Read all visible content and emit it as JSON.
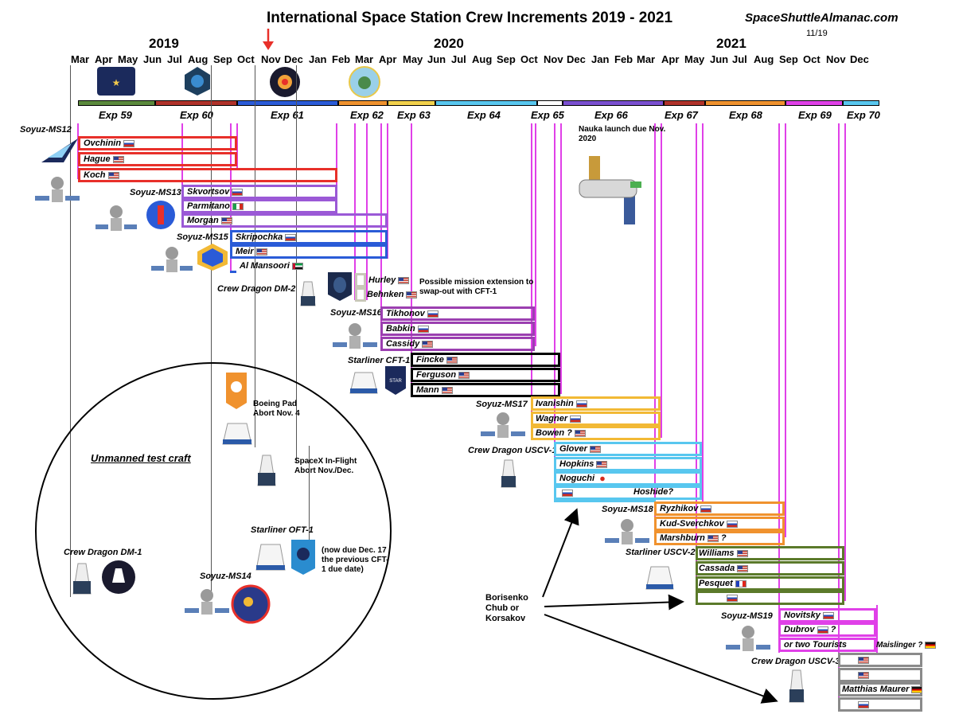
{
  "title": "International Space Station Crew Increments 2019 - 2021",
  "site": "SpaceShuttleAlmanac.com",
  "date": "11/19",
  "years": [
    "2019",
    "2020",
    "2021"
  ],
  "months": [
    "Mar",
    "Apr",
    "May",
    "Jun",
    "Jul",
    "Aug",
    "Sep",
    "Oct",
    "Nov",
    "Dec",
    "Jan",
    "Feb",
    "Mar",
    "Apr",
    "May",
    "Jun",
    "Jul",
    "Aug",
    "Sep",
    "Oct",
    "Nov",
    "Dec",
    "Jan",
    "Feb",
    "Mar",
    "Apr",
    "May",
    "Jun",
    "Jul",
    "Aug",
    "Sep",
    "Oct",
    "Nov",
    "Dec"
  ],
  "expeditions": [
    "Exp 59",
    "Exp 60",
    "Exp 61",
    "Exp 62",
    "Exp 63",
    "Exp 64",
    "Exp 65",
    "Exp 66",
    "Exp 67",
    "Exp 68",
    "Exp 69",
    "Exp 70"
  ],
  "colors": {
    "ms12": "#e8302a",
    "ms13": "#9b59d6",
    "ms15": "#2a5bd7",
    "dm2": "#c8c8b8",
    "ms16": "#9b3fb0",
    "cft1": "#000000",
    "ms17": "#f2b935",
    "uscv1": "#58c7ef",
    "ms18": "#f0922e",
    "uscv2": "#5b7a2a",
    "ms19": "#e040e8",
    "uscv3": "#8a8a8a",
    "timeline": "#e040e8"
  },
  "crafts": {
    "ms12": "Soyuz-MS12",
    "ms13": "Soyuz-MS13",
    "ms15": "Soyuz-MS15",
    "dm2": "Crew Dragon DM-2",
    "ms16": "Soyuz-MS16",
    "cft1": "Starliner CFT-1",
    "ms17": "Soyuz-MS17",
    "uscv1": "Crew Dragon USCV-1",
    "ms18": "Soyuz-MS18",
    "uscv2": "Starliner USCV-2",
    "ms19": "Soyuz-MS19",
    "uscv3": "Crew Dragon USCV-3",
    "oft1": "Starliner OFT-1",
    "dm1": "Crew Dragon DM-1",
    "ms14": "Soyuz-MS14"
  },
  "crew": {
    "ms12": [
      "Ovchinin",
      "Hague",
      "Koch"
    ],
    "ms13": [
      "Skvortsov",
      "Parmitano",
      "Morgan"
    ],
    "ms15": [
      "Skripochka",
      "Meir",
      "Al Mansoori"
    ],
    "dm2": [
      "Hurley",
      "Behnken"
    ],
    "ms16": [
      "Tikhonov",
      "Babkin",
      "Cassidy"
    ],
    "cft1": [
      "Fincke",
      "Ferguson",
      "Mann"
    ],
    "ms17": [
      "Ivanishin",
      "Wagner",
      "Bowen ?"
    ],
    "uscv1": [
      "Glover",
      "Hopkins",
      "Noguchi",
      ""
    ],
    "ms18": [
      "Ryzhikov",
      "Kud-Sverchkov",
      "Marshburn"
    ],
    "uscv2": [
      "Williams",
      "Cassada",
      "Pesquet",
      ""
    ],
    "ms19": [
      "Novitsky",
      "Dubrov",
      "or two Tourists"
    ],
    "uscv3": [
      "",
      "",
      "Matthias Maurer",
      ""
    ]
  },
  "notes": {
    "nauka": "Nauka launch due Nov. 2020",
    "extension": "Possible mission extension to swap-out with CFT-1",
    "hoshide": "Hoshide?",
    "marshburn_q": "?",
    "dubrov_q": "?",
    "maislinger": "Maislinger ?",
    "boeing_pad": "Boeing Pad Abort Nov. 4",
    "spacex_ifa": "SpaceX In-Flight Abort Nov./Dec.",
    "oft1_note": "(now due Dec. 17 the previous CFT-1 due date)",
    "unmanned": "Unmanned test craft",
    "borisenko": "Borisenko Chub or Korsakov"
  },
  "icons": [
    "soyuz-icon",
    "crew-dragon-icon",
    "starliner-icon",
    "mission-patch-icon",
    "nauka-module-icon",
    "arrow-icon"
  ]
}
